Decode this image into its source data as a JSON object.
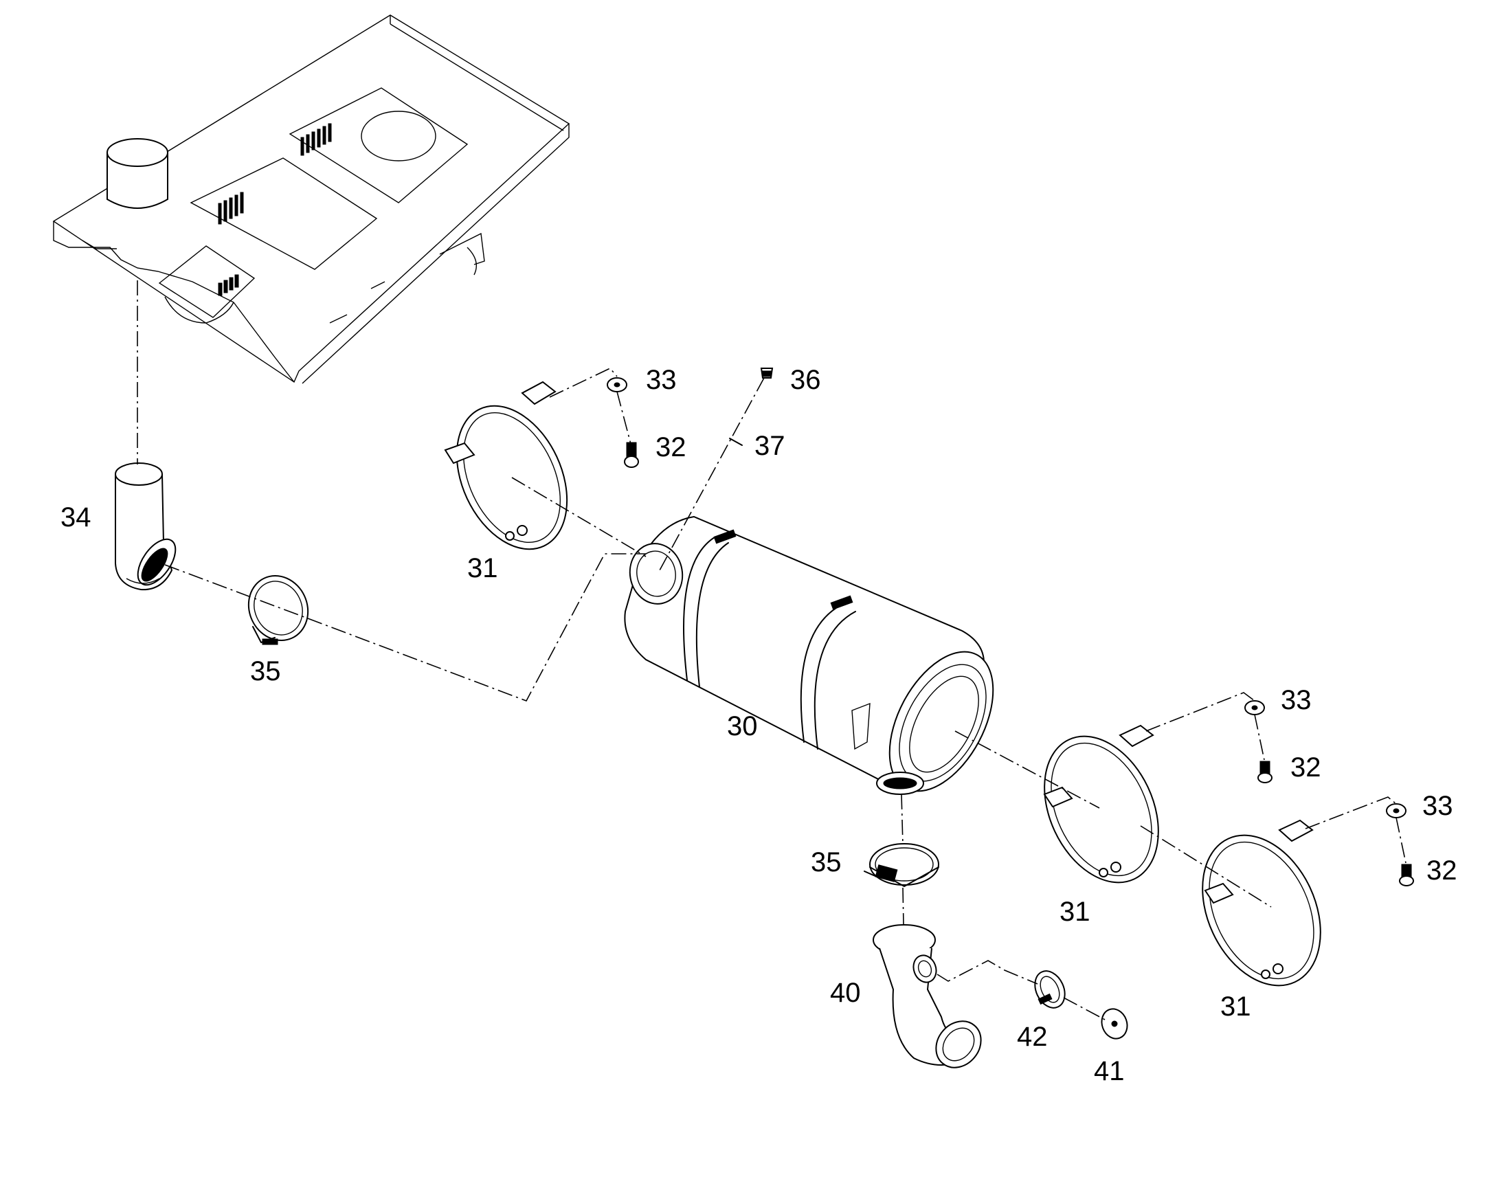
{
  "callouts": {
    "c30": "30",
    "c31a": "31",
    "c31b": "31",
    "c31c": "31",
    "c32a": "32",
    "c32b": "32",
    "c32c": "32",
    "c33a": "33",
    "c33b": "33",
    "c33c": "33",
    "c34": "34",
    "c35a": "35",
    "c35b": "35",
    "c36": "36",
    "c37": "37",
    "c40": "40",
    "c41": "41",
    "c42": "42"
  }
}
